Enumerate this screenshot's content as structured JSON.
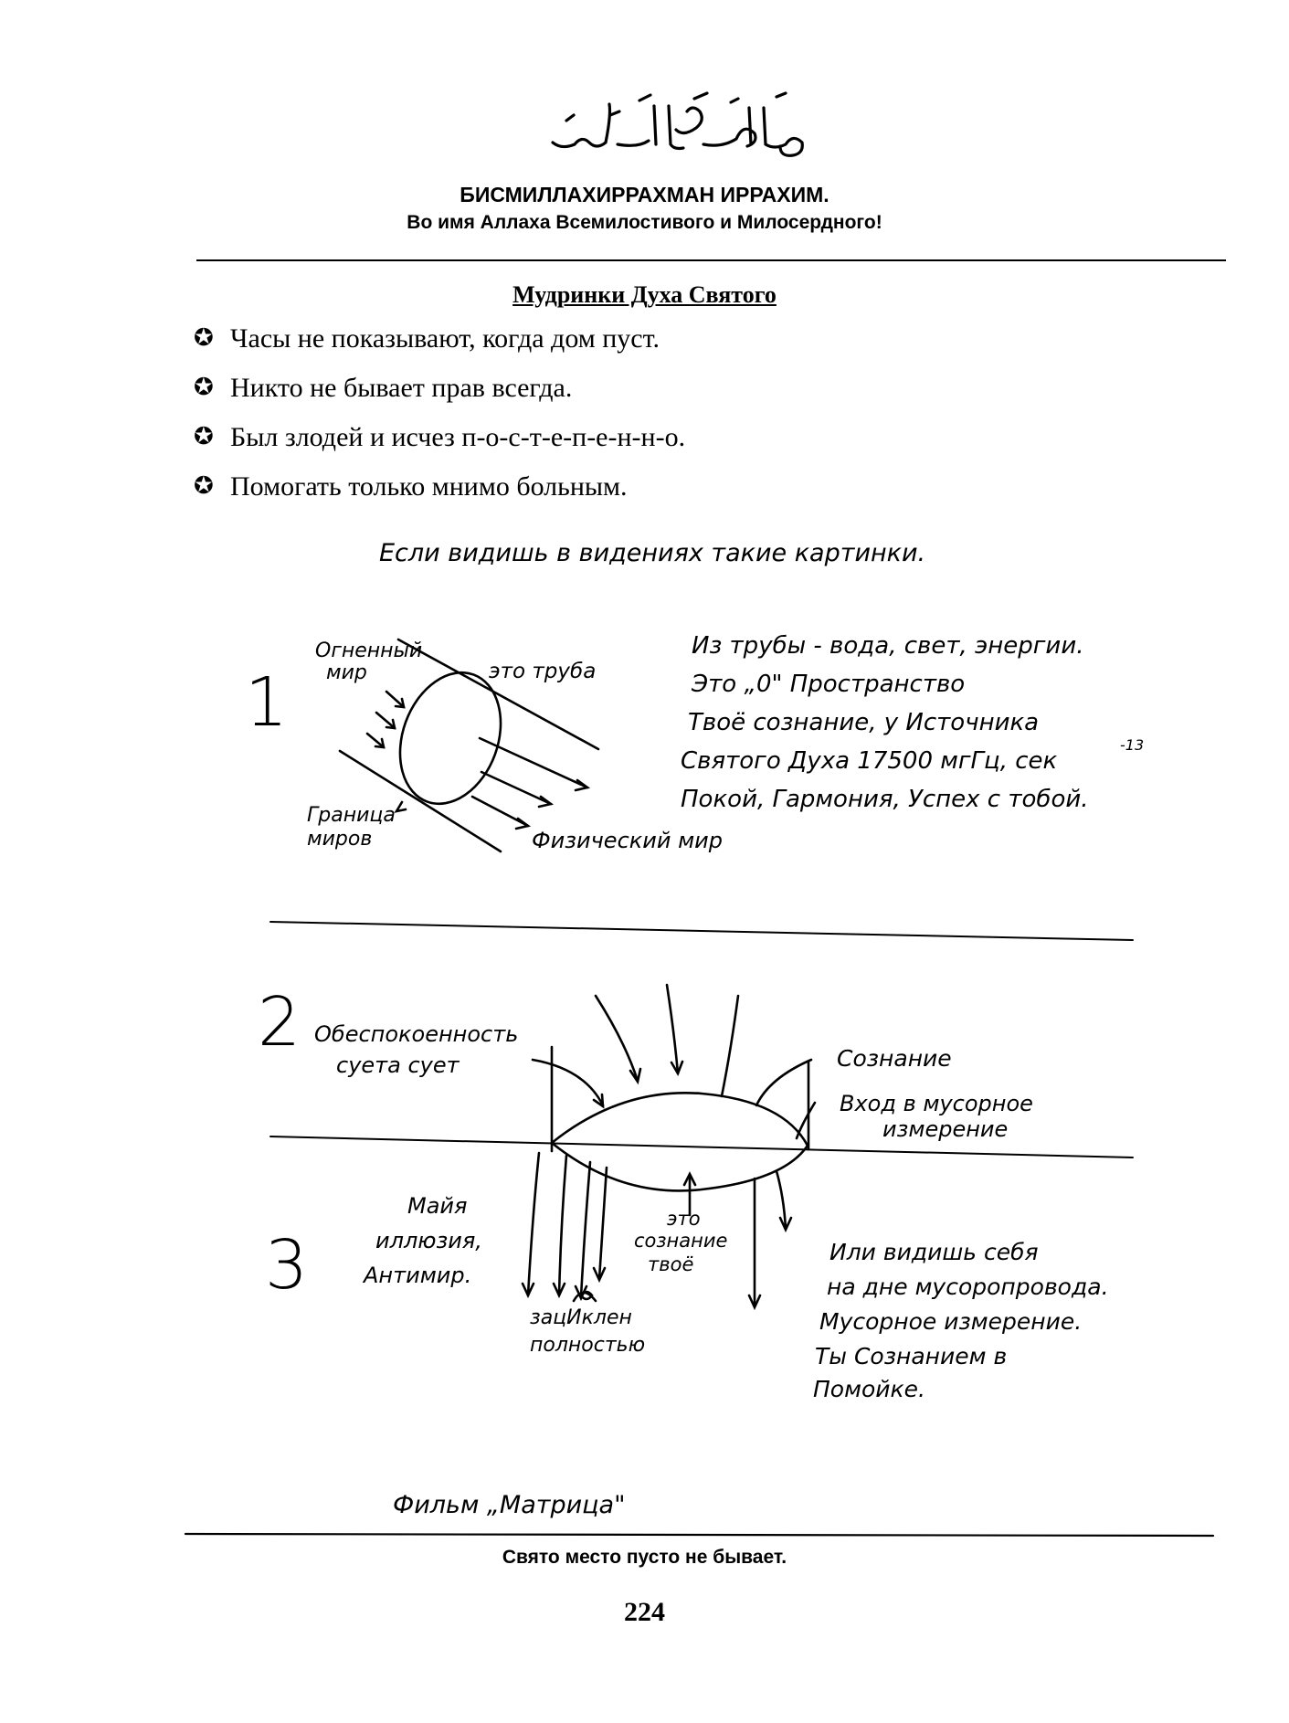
{
  "header": {
    "bismillah_arabic": "بِسْمِ اللّٰهِ الرَّحْمٰنِ الرَّحِيمِ",
    "line1": "БИСМИЛЛАХИРРАХМАН ИРРАХИМ.",
    "line2": "Во имя Аллаха Всемилостивого и Милосердного!"
  },
  "section": {
    "title": "Мудринки Духа Святого",
    "bullet_icon": "star-in-circle-icon",
    "items": [
      "Часы не показывают, когда дом пуст.",
      "Никто не бывает прав всегда.",
      "Был злодей и исчез п-о-с-т-е-п-е-н-н-о.",
      "Помогать только мнимо больным."
    ]
  },
  "handwritten": {
    "intro": "Если видишь в видениях такие картинки.",
    "diagram1": {
      "number": "1",
      "label_fire_1": "Огненный",
      "label_fire_2": "мир",
      "label_pipe": "это труба",
      "label_border_1": "Граница",
      "label_border_2": "миров",
      "label_physical": "Физический мир",
      "note": [
        "Из трубы - вода, свет, энергии.",
        "Это „0\" Пространство",
        "Твоё сознание, у Источника",
        "Святого Духа 17500 мгГц, сек",
        "Покой, Гармония, Успех с тобой."
      ],
      "note_superscript": "-13"
    },
    "diagram2": {
      "number": "2",
      "label_worry_1": "Обеспокоенность",
      "label_worry_2": "суета сует",
      "label_consciousness": "Сознание",
      "label_entry_1": "Вход в мусорное",
      "label_entry_2": "измерение"
    },
    "diagram3": {
      "number": "3",
      "label_maya": [
        "Майя",
        "иллюзия,",
        "Антимир."
      ],
      "label_yours": [
        "это",
        "сознание",
        "твоё"
      ],
      "label_looped": [
        "зацИклен",
        "полностью"
      ],
      "note": [
        "Или видишь себя",
        "на дне мусоропровода.",
        "Мусорное измерение.",
        "Ты Сознанием в",
        "Помойке."
      ]
    },
    "film": "Фильм „Матрица\""
  },
  "footer": {
    "proverb": "Свято место пусто не бывает.",
    "page_number": "224"
  }
}
